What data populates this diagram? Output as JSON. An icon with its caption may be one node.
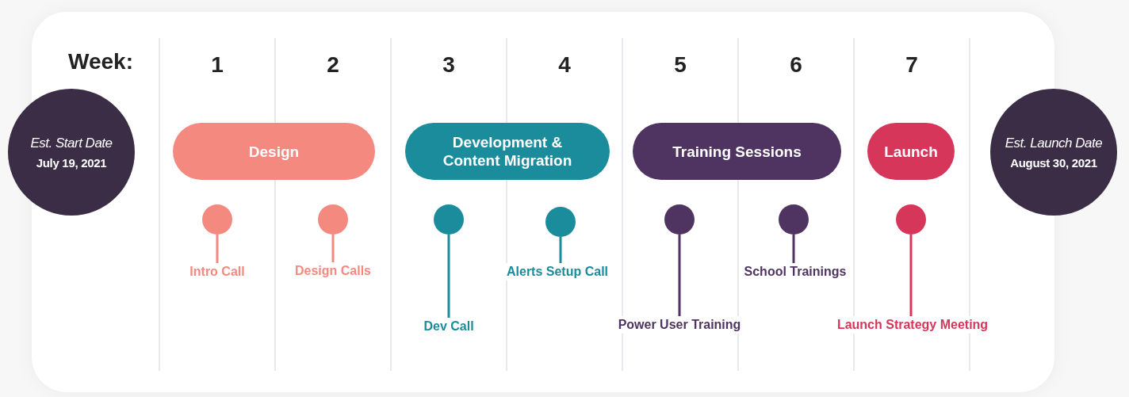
{
  "diagram": {
    "nodes": [
      {
        "text": [
          "Est. Start Date",
          "July 19, 2021"
        ]
      },
      {
        "text": [
          "Design"
        ]
      },
      {
        "text": [
          "Development & Content Migration"
        ]
      },
      {
        "text": [
          "Training Sessions"
        ]
      },
      {
        "text": [
          "Launch"
        ]
      },
      {
        "text": [
          "Est. Launch Date",
          "August 30, 2021"
        ]
      },
      {
        "text": [],
        "shape": "circle"
      },
      {
        "text": [
          "Intro Call"
        ]
      },
      {
        "text": [],
        "shape": "circle"
      },
      {
        "text": [
          "Design Calls"
        ]
      },
      {
        "text": [],
        "shape": "circle"
      },
      {
        "text": [
          "Dev Call"
        ]
      },
      {
        "text": [],
        "shape": "circle"
      },
      {
        "text": [
          "Alerts Setup Call"
        ]
      },
      {
        "text": [],
        "shape": "circle"
      },
      {
        "text": [
          "Power User Training"
        ]
      },
      {
        "text": [],
        "shape": "circle"
      },
      {
        "text": [
          "School Trainings"
        ]
      },
      {
        "text": [],
        "shape": "circle"
      },
      {
        "text": [
          "Launch Strategy Meeting"
        ]
      }
    ],
    "edges": [
      {
        "from": 6,
        "to": 7,
        "arrow": "none",
        "color": "#f3897f"
      },
      {
        "from": 8,
        "to": 9,
        "arrow": "none",
        "color": "#f3897f"
      },
      {
        "from": 10,
        "to": 11,
        "arrow": "none",
        "color": "#1a8c9c"
      },
      {
        "from": 12,
        "to": 13,
        "arrow": "none",
        "color": "#1a8c9c"
      },
      {
        "from": 14,
        "to": 15,
        "arrow": "none",
        "color": "#4f3360"
      },
      {
        "from": 16,
        "to": 17,
        "arrow": "none",
        "color": "#4f3360"
      },
      {
        "from": 18,
        "to": 19,
        "arrow": "none",
        "color": "#d6365a"
      }
    ],
    "labels": [
      "Week:",
      "1",
      "2",
      "3",
      "4",
      "5",
      "6",
      "7"
    ]
  }
}
